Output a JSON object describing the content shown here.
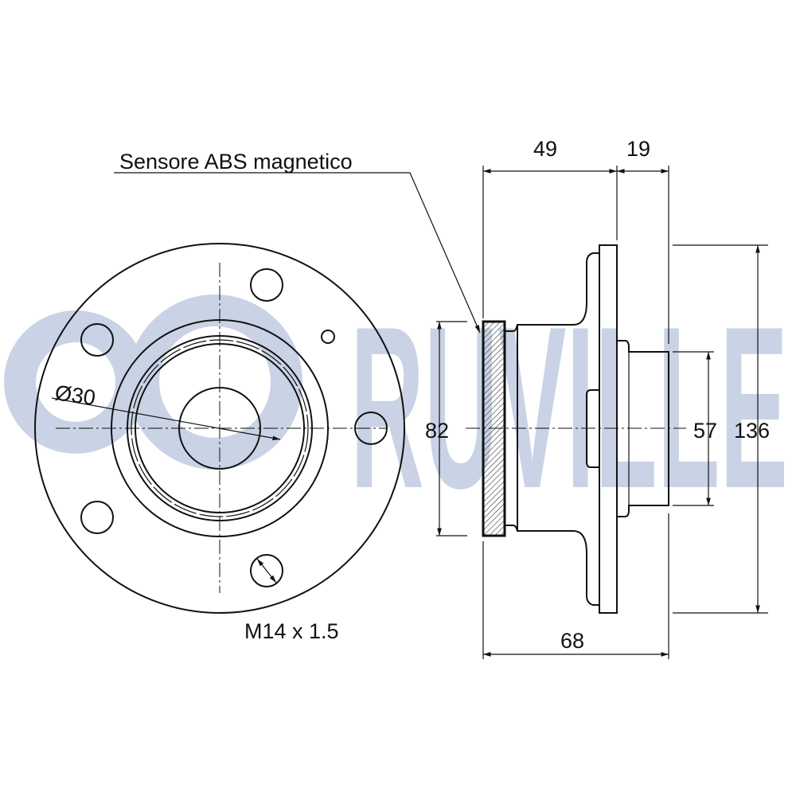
{
  "watermark": {
    "brand": "RUVILLE",
    "color": "#c9d3e5"
  },
  "labels": {
    "sensor": "Sensore ABS magnetico",
    "bore_diameter": "Ø30",
    "thread": "M14 x 1.5"
  },
  "dimensions": {
    "length_a": "49",
    "length_b": "19",
    "sensor_diameter": "82",
    "pilot_diameter": "57",
    "flange_diameter": "136",
    "overall_length": "68"
  },
  "line_color": "#111111"
}
